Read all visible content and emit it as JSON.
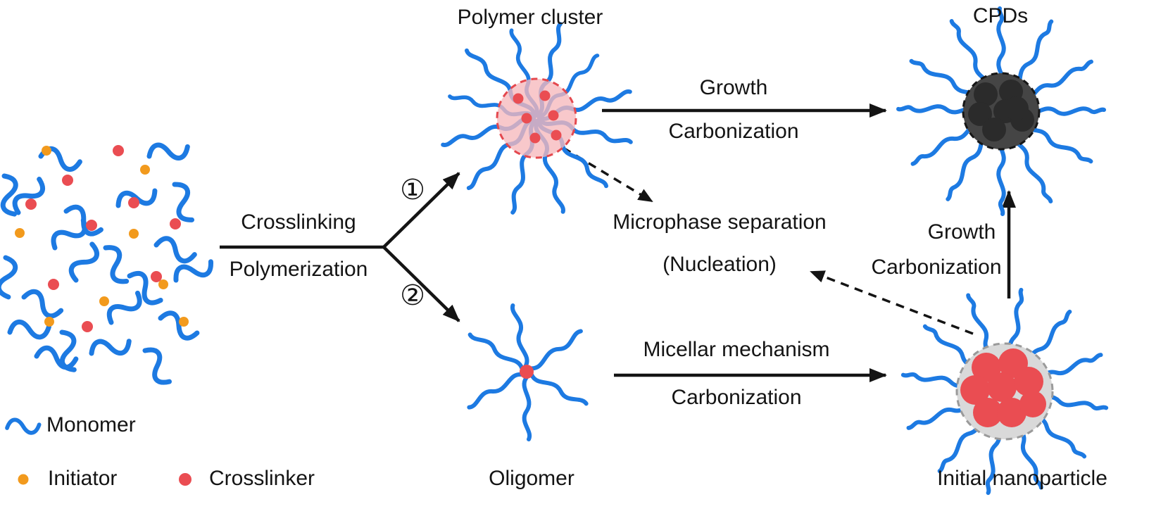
{
  "colors": {
    "monomer_blue": "#1d7ae2",
    "initiator_orange": "#f29a1d",
    "crosslinker_red": "#ea4d52",
    "cluster_pink_fill": "#f6b8bd",
    "cluster_pink_border": "#e4484e",
    "cpd_core": "#454545",
    "cpd_blob": "#2b2b2b",
    "nanoparticle_gray": "#d9d9d9",
    "nanoparticle_border": "#9a9a9a",
    "arrow_black": "#141414",
    "text_black": "#141414"
  },
  "labels": {
    "polymer_cluster": "Polymer cluster",
    "cpds": "CPDs",
    "growth_top": "Growth",
    "carbonization_top": "Carbonization",
    "crosslinking": "Crosslinking",
    "polymerization": "Polymerization",
    "branch_1": "①",
    "branch_2": "②",
    "microphase_separation": "Microphase separation",
    "nucleation": "(Nucleation)",
    "growth_right": "Growth",
    "carbonization_right": "Carbonization",
    "micellar_mechanism": "Micellar mechanism",
    "carbonization_bottom": "Carbonization",
    "oligomer": "Oligomer",
    "initial_nanoparticle": "Initial nanoparticle"
  },
  "legend": {
    "monomer": "Monomer",
    "initiator": "Initiator",
    "crosslinker": "Crosslinker"
  }
}
